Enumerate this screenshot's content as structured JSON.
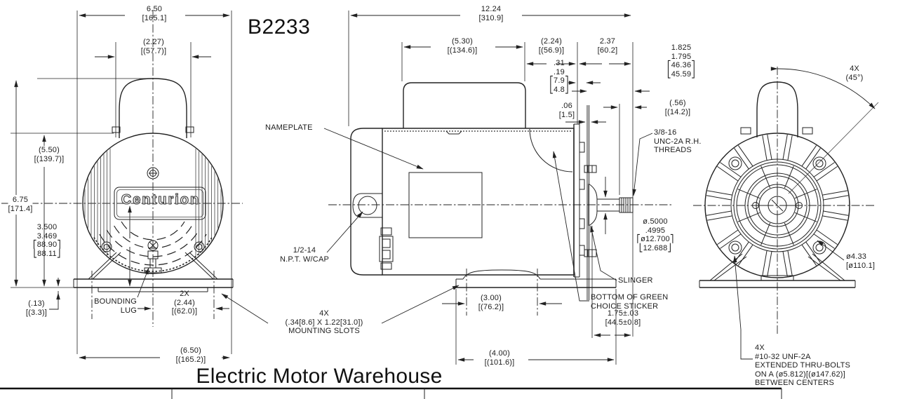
{
  "page": {
    "title": "B2233",
    "watermark": "Electric Motor Warehouse",
    "logo": "Centurion",
    "line_color": "#222222",
    "background": "#ffffff"
  },
  "ann": {
    "front_width_top": "6.50\n[165.1]",
    "front_cap_width": "(2.27)\n[(57.7)]",
    "front_height_center": "(5.50)\n[(139.7)]",
    "front_height_overall": "6.75\n[171.4]",
    "front_shaft_height": "3.500\n3.469\n⎡88.90⎤\n⎣88.11⎦",
    "front_pad": "(.13)\n[(3.3)]",
    "front_lug": "BOUNDING\nLUG",
    "front_slot_pitch": "2X\n(2.44)\n[(62.0)]",
    "front_base_width": "(6.50)\n[(165.2)]",
    "side_length_overall": "12.24\n[310.9]",
    "side_body": "(5.30)\n[(134.6)]",
    "side_rear": "(2.24)\n[(56.9)]",
    "side_shaft_total": "2.37\n[60.2]",
    "side_shaft_ext": "1.825\n1.795\n⎡46.36⎤\n⎣45.59⎦",
    "side_plate": ".31\n.19\n⎡7.9⎤\n⎣4.8⎦",
    "side_sticker_gap": ".06\n[1.5]",
    "side_thread_len": "(.56)\n[(14.2)]",
    "side_threads": "3/8-16\nUNC-2A R.H.\nTHREADS",
    "side_nameplate": "NAMEPLATE",
    "side_npt": "1/2-14\nN.P.T. W/CAP",
    "side_shaft_dia": "ø.5000\n.4995\n⎡ø12.700⎤\n⎣12.688⎦",
    "side_slinger": "SLINGER",
    "side_sticker": "BOTTOM OF GREEN\nCHOICE STICKER",
    "side_shaft_len": "1.75±.03\n[44.5±0.8]",
    "side_foot_slot": "(3.00)\n[(76.2)]",
    "side_slots": "4X\n(.34[8.6] X 1.22[31.0])\nMOUNTING SLOTS",
    "side_base_len": "(4.00)\n[(101.6)]",
    "rear_angle": "4X\n(45°)",
    "rear_fan_dia": "ø4.33\n[ø110.1]",
    "rear_bolts": "4X\n#10-32 UNF-2A\nEXTENDED THRU-BOLTS\nON A (ø5.812)[(ø147.62)]\nBETWEEN CENTERS"
  }
}
